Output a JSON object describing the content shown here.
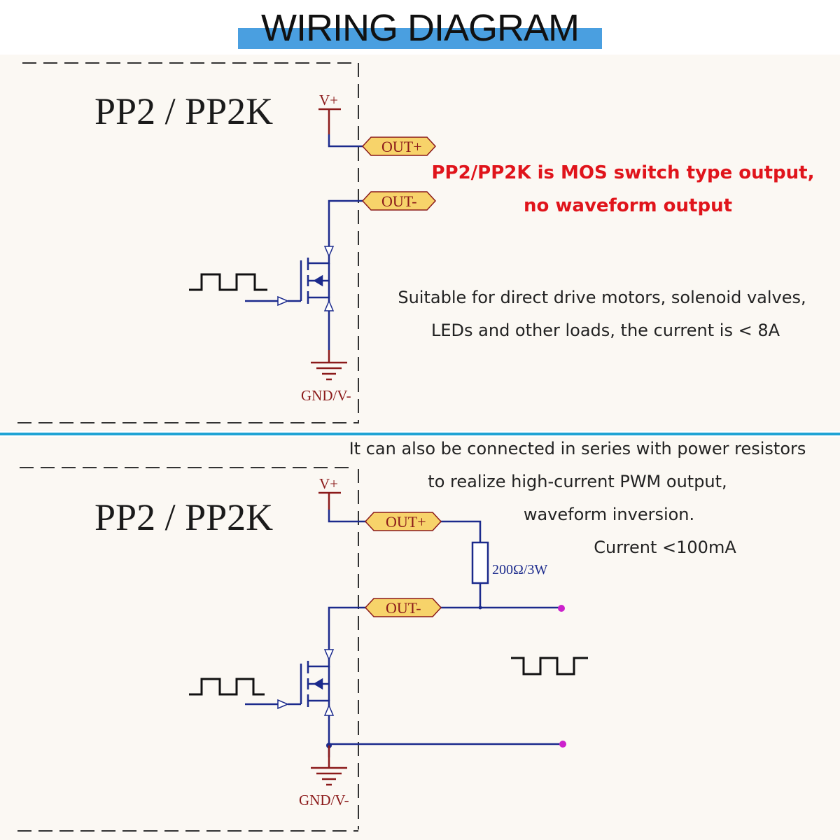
{
  "title": "WIRING DIAGRAM",
  "top_panel": {
    "model": "PP2 / PP2K",
    "vplus": "V+",
    "out_plus": "OUT+",
    "out_minus": "OUT-",
    "gnd": "GND/V-",
    "note_red_line1": "PP2/PP2K is MOS switch type output,",
    "note_red_line2": "no waveform output",
    "note_line1": "Suitable for direct drive motors, solenoid valves,",
    "note_line2": "LEDs and other loads, the current is < 8A"
  },
  "bottom_panel": {
    "model": "PP2 / PP2K",
    "vplus": "V+",
    "out_plus": "OUT+",
    "out_minus": "OUT-",
    "gnd": "GND/V-",
    "resistor": "200Ω/3W",
    "note_line1": "It can also be connected in series with power resistors",
    "note_line2": "to realize high-current PWM output,",
    "note_line3": "waveform inversion.",
    "note_line4": "Current <100mA"
  },
  "colors": {
    "wire": "#1b2a8c",
    "component": "#8b1a1a",
    "label_fill": "#f7d36a",
    "terminal": "#cc22cc",
    "divider": "#1fa3d4",
    "title_bar": "#4a9fe0"
  }
}
